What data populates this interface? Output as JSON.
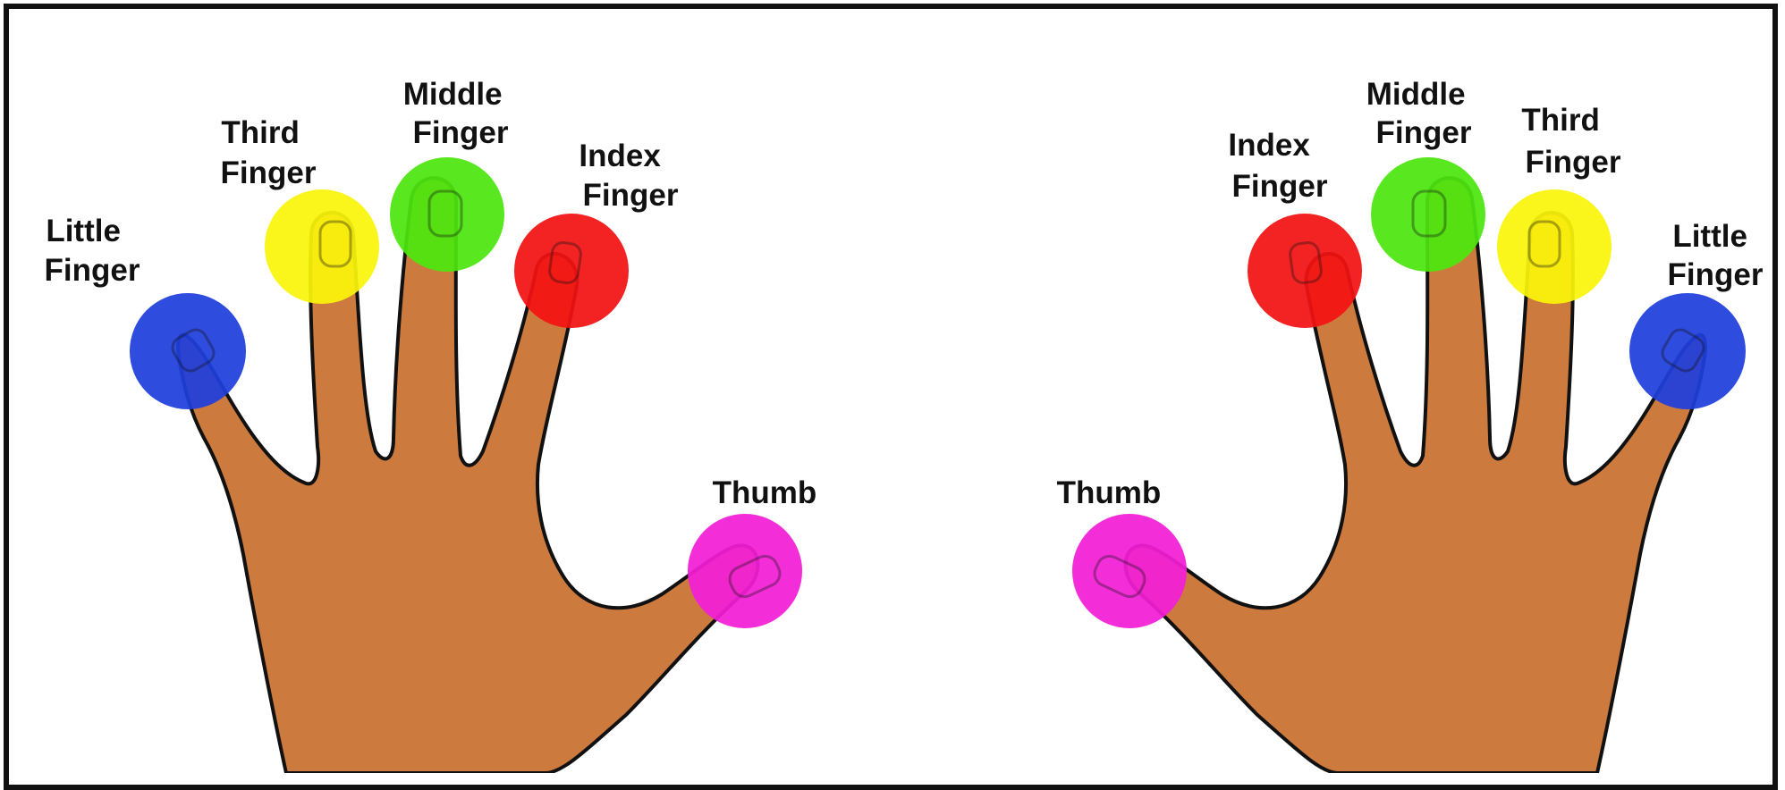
{
  "colors": {
    "skin": "#CD7A3E",
    "outline": "#111111",
    "little": "#1E3EDB",
    "third": "#FAF40A",
    "middle": "#4CE60E",
    "index": "#F31212",
    "thumb": "#F21ED6"
  },
  "left_hand": {
    "little": [
      "Little",
      "Finger"
    ],
    "third": [
      "Third",
      "Finger"
    ],
    "middle": [
      "Middle",
      "Finger"
    ],
    "index": [
      "Index",
      "Finger"
    ],
    "thumb": "Thumb"
  },
  "right_hand": {
    "index": [
      "Index",
      "Finger"
    ],
    "middle": [
      "Middle",
      "Finger"
    ],
    "third": [
      "Third",
      "Finger"
    ],
    "little": [
      "Little",
      "Finger"
    ],
    "thumb": "Thumb"
  }
}
